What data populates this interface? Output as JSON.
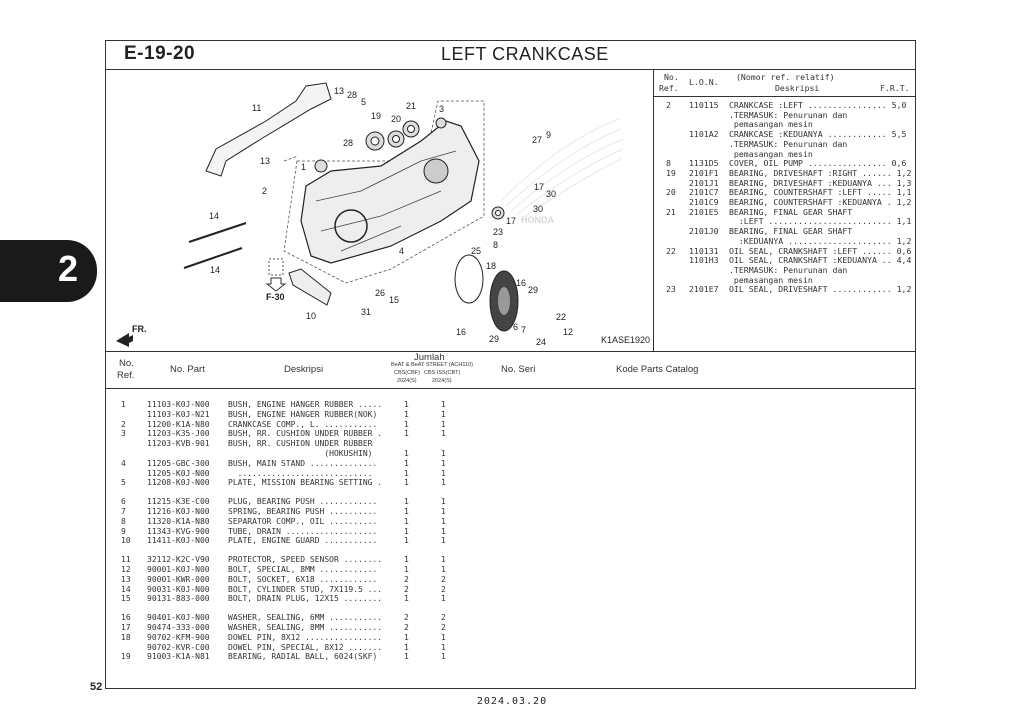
{
  "section_tab": "2",
  "page_number": "52",
  "date": "2024.03.20",
  "header": {
    "code": "E-19-20",
    "title": "LEFT CRANKCASE"
  },
  "diagram": {
    "callouts": [
      "11",
      "13",
      "28",
      "5",
      "19",
      "20",
      "21",
      "3",
      "13",
      "28",
      "1",
      "2",
      "14",
      "14",
      "27",
      "9",
      "17",
      "30",
      "30",
      "17",
      "23",
      "4",
      "25",
      "8",
      "18",
      "16",
      "29",
      "26",
      "15",
      "10",
      "31",
      "22",
      "6",
      "7",
      "12",
      "24",
      "16",
      "29"
    ],
    "ref_box": "F-30",
    "direction": "FR.",
    "drawing_id": "K1ASE1920",
    "watermark": "HONDA"
  },
  "ref_table": {
    "headers": {
      "no": "No.",
      "ref": "Ref.",
      "lon": "L.O.N.",
      "note": "(Nomor ref. relatif)",
      "desc": "Deskripsi",
      "frt": "F.R.T."
    },
    "rows": [
      {
        "ref": "2",
        "lon": "110115",
        "desc": "CRANKCASE :LEFT ................ 5,0"
      },
      {
        "ref": "",
        "lon": "",
        "desc": ".TERMASUK: Penurunan dan"
      },
      {
        "ref": "",
        "lon": "",
        "desc": " pemasangan mesin"
      },
      {
        "ref": "",
        "lon": "1101A2",
        "desc": "CRANKCASE :KEDUANYA ............ 5,5"
      },
      {
        "ref": "",
        "lon": "",
        "desc": ".TERMASUK: Penurunan dan"
      },
      {
        "ref": "",
        "lon": "",
        "desc": " pemasangan mesin"
      },
      {
        "ref": "8",
        "lon": "1131D5",
        "desc": "COVER, OIL PUMP ................ 0,6"
      },
      {
        "ref": "19",
        "lon": "2101F1",
        "desc": "BEARING, DRIVESHAFT :RIGHT ...... 1,2"
      },
      {
        "ref": "",
        "lon": "2101J1",
        "desc": "BEARING, DRIVESHAFT :KEDUANYA ... 1,3"
      },
      {
        "ref": "20",
        "lon": "2101C7",
        "desc": "BEARING, COUNTERSHAFT :LEFT ..... 1,1"
      },
      {
        "ref": "",
        "lon": "2101C9",
        "desc": "BEARING, COUNTERSHAFT :KEDUANYA . 1,2"
      },
      {
        "ref": "21",
        "lon": "2101E5",
        "desc": "BEARING, FINAL GEAR SHAFT"
      },
      {
        "ref": "",
        "lon": "",
        "desc": "  :LEFT ......................... 1,1"
      },
      {
        "ref": "",
        "lon": "2101J0",
        "desc": "BEARING, FINAL GEAR SHAFT"
      },
      {
        "ref": "",
        "lon": "",
        "desc": "  :KEDUANYA ..................... 1,2"
      },
      {
        "ref": "22",
        "lon": "110131",
        "desc": "OIL SEAL, CRANKSHAFT :LEFT ...... 0,6"
      },
      {
        "ref": "",
        "lon": "1101H3",
        "desc": "OIL SEAL, CRANKSHAFT :KEDUANYA .. 4,4"
      },
      {
        "ref": "",
        "lon": "",
        "desc": ".TERMASUK: Penurunan dan"
      },
      {
        "ref": "",
        "lon": "",
        "desc": " pemasangan mesin"
      },
      {
        "ref": "23",
        "lon": "2101E7",
        "desc": "OIL SEAL, DRIVESHAFT ............ 1,2"
      }
    ]
  },
  "parts_header": {
    "no": "No.",
    "ref": "Ref.",
    "part_no": "No. Part",
    "desc": "Deskripsi",
    "qty": "Jumlah",
    "model": "BeAT & BeAT STREET (ACH110)",
    "col1": "CBS(CBF)",
    "col2": "CBS ISS(CBT)",
    "year1": "2024(S)",
    "year2": "2024(S)",
    "serial": "No. Seri",
    "catalog": "Kode Parts Catalog"
  },
  "parts_groups": [
    [
      {
        "ref": "1",
        "part": "11103-K0J-N00",
        "desc": "BUSH, ENGINE HANGER RUBBER .....",
        "q1": "1",
        "q2": "1"
      },
      {
        "ref": "",
        "part": "11103-K0J-N21",
        "desc": "BUSH, ENGINE HANGER RUBBER(NOK)",
        "q1": "1",
        "q2": "1"
      },
      {
        "ref": "2",
        "part": "11200-K1A-N80",
        "desc": "CRANKCASE COMP., L. ...........",
        "q1": "1",
        "q2": "1"
      },
      {
        "ref": "3",
        "part": "11203-K35-J00",
        "desc": "BUSH, RR. CUSHION UNDER RUBBER .",
        "q1": "1",
        "q2": "1"
      },
      {
        "ref": "",
        "part": "11203-KVB-901",
        "desc": "BUSH, RR. CUSHION UNDER RUBBER",
        "q1": "",
        "q2": ""
      },
      {
        "ref": "",
        "part": "",
        "desc": "                    (HOKUSHIN)",
        "q1": "1",
        "q2": "1"
      },
      {
        "ref": "4",
        "part": "11205-GBC-300",
        "desc": "BUSH, MAIN STAND ..............",
        "q1": "1",
        "q2": "1"
      },
      {
        "ref": "",
        "part": "11205-K0J-N00",
        "desc": "  ............................",
        "q1": "1",
        "q2": "1"
      },
      {
        "ref": "5",
        "part": "11208-K0J-N00",
        "desc": "PLATE, MISSION BEARING SETTING .",
        "q1": "1",
        "q2": "1"
      }
    ],
    [
      {
        "ref": "6",
        "part": "11215-K3E-C00",
        "desc": "PLUG, BEARING PUSH ............",
        "q1": "1",
        "q2": "1"
      },
      {
        "ref": "7",
        "part": "11216-K0J-N00",
        "desc": "SPRING, BEARING PUSH ..........",
        "q1": "1",
        "q2": "1"
      },
      {
        "ref": "8",
        "part": "11320-K1A-N80",
        "desc": "SEPARATOR COMP., OIL ..........",
        "q1": "1",
        "q2": "1"
      },
      {
        "ref": "9",
        "part": "11343-KVG-900",
        "desc": "TUBE, DRAIN ...................",
        "q1": "1",
        "q2": "1"
      },
      {
        "ref": "10",
        "part": "11411-K0J-N00",
        "desc": "PLATE, ENGINE GUARD ...........",
        "q1": "1",
        "q2": "1"
      }
    ],
    [
      {
        "ref": "11",
        "part": "32112-K2C-V90",
        "desc": "PROTECTOR, SPEED SENSOR ........",
        "q1": "1",
        "q2": "1"
      },
      {
        "ref": "12",
        "part": "90001-K0J-N00",
        "desc": "BOLT, SPECIAL, 8MM ............",
        "q1": "1",
        "q2": "1"
      },
      {
        "ref": "13",
        "part": "90001-KWR-000",
        "desc": "BOLT, SOCKET, 6X18 ............",
        "q1": "2",
        "q2": "2"
      },
      {
        "ref": "14",
        "part": "90031-K0J-N00",
        "desc": "BOLT, CYLINDER STUD, 7X119.5 ...",
        "q1": "2",
        "q2": "2"
      },
      {
        "ref": "15",
        "part": "90131-883-000",
        "desc": "BOLT, DRAIN PLUG, 12X15 ........",
        "q1": "1",
        "q2": "1"
      }
    ],
    [
      {
        "ref": "16",
        "part": "90401-K0J-N00",
        "desc": "WASHER, SEALING, 6MM ...........",
        "q1": "2",
        "q2": "2"
      },
      {
        "ref": "17",
        "part": "90474-333-000",
        "desc": "WASHER, SEALING, 8MM ...........",
        "q1": "2",
        "q2": "2"
      },
      {
        "ref": "18",
        "part": "90702-KFM-900",
        "desc": "DOWEL PIN, 8X12 ................",
        "q1": "1",
        "q2": "1"
      },
      {
        "ref": "",
        "part": "90702-KVR-C00",
        "desc": "DOWEL PIN, SPECIAL, 8X12 .......",
        "q1": "1",
        "q2": "1"
      },
      {
        "ref": "19",
        "part": "91003-K1A-N81",
        "desc": "BEARING, RADIAL BALL, 6024(SKF)",
        "q1": "1",
        "q2": "1"
      }
    ]
  ]
}
